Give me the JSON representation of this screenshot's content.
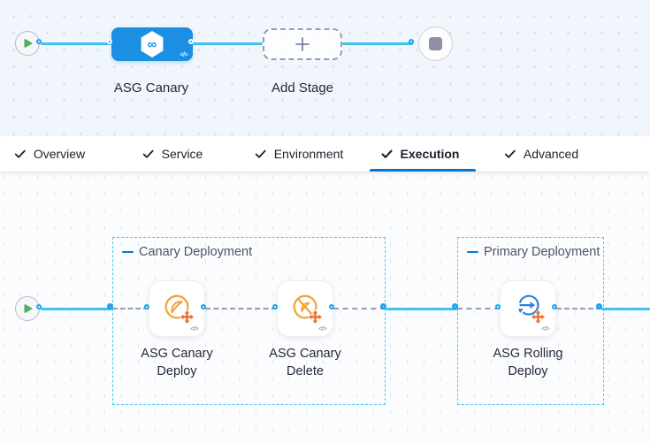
{
  "pipeline": {
    "stage_name": "ASG Canary",
    "add_stage_label": "Add Stage",
    "code_badge": "</>",
    "infinity_glyph": "∞"
  },
  "tabs": {
    "items": [
      {
        "label": "Overview",
        "completed": true
      },
      {
        "label": "Service",
        "completed": true
      },
      {
        "label": "Environment",
        "completed": true
      },
      {
        "label": "Execution",
        "completed": true
      },
      {
        "label": "Advanced",
        "completed": true
      }
    ],
    "active": "Execution"
  },
  "execution": {
    "groups": [
      {
        "title": "Canary Deployment"
      },
      {
        "title": "Primary Deployment"
      }
    ],
    "steps": [
      {
        "name": "ASG Canary Deploy",
        "icon": "asg-canary-deploy-icon"
      },
      {
        "name": "ASG Canary Delete",
        "icon": "asg-canary-delete-icon"
      },
      {
        "name": "ASG Rolling Deploy",
        "icon": "asg-rolling-deploy-icon"
      }
    ]
  },
  "icons": {
    "start": "play-icon",
    "end": "stop-icon",
    "stage": "harness-hexagon-icon",
    "add_stage": "plus-icon",
    "tab": "check-icon",
    "step_badge": "code-icon"
  },
  "colors": {
    "accent": "#0278d5",
    "stage_blue": "#1b8fe2",
    "line_blue": "#3cc3f4",
    "ring_blue": "#18a3f4",
    "group_border": "#4ec3f4",
    "orange": "#f2a33a",
    "cross_orange": "#ed6f30",
    "rolling_blue": "#2d7fd9"
  }
}
